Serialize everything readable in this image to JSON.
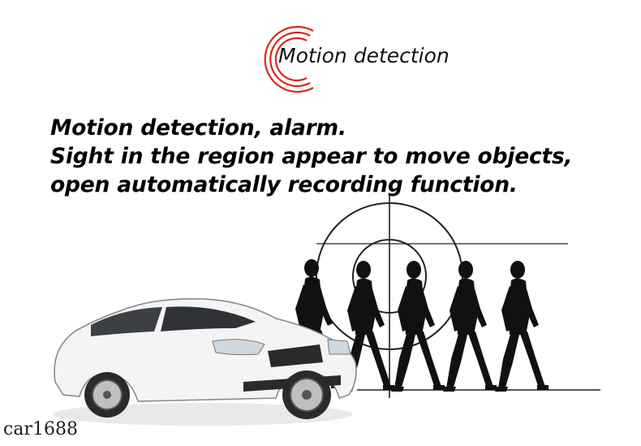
{
  "header": {
    "title": "Motion detection",
    "accent_color": "#d9281e"
  },
  "body_text": {
    "line1": "Motion detection, alarm.",
    "line2": " Sight in the region appear to move objects,",
    "line3": "open automatically recording function."
  },
  "illustration": {
    "icons": [
      "car-icon",
      "target-reticle-icon",
      "walking-person-icon"
    ],
    "people_count": 5
  },
  "watermark": {
    "text": "car1688"
  }
}
